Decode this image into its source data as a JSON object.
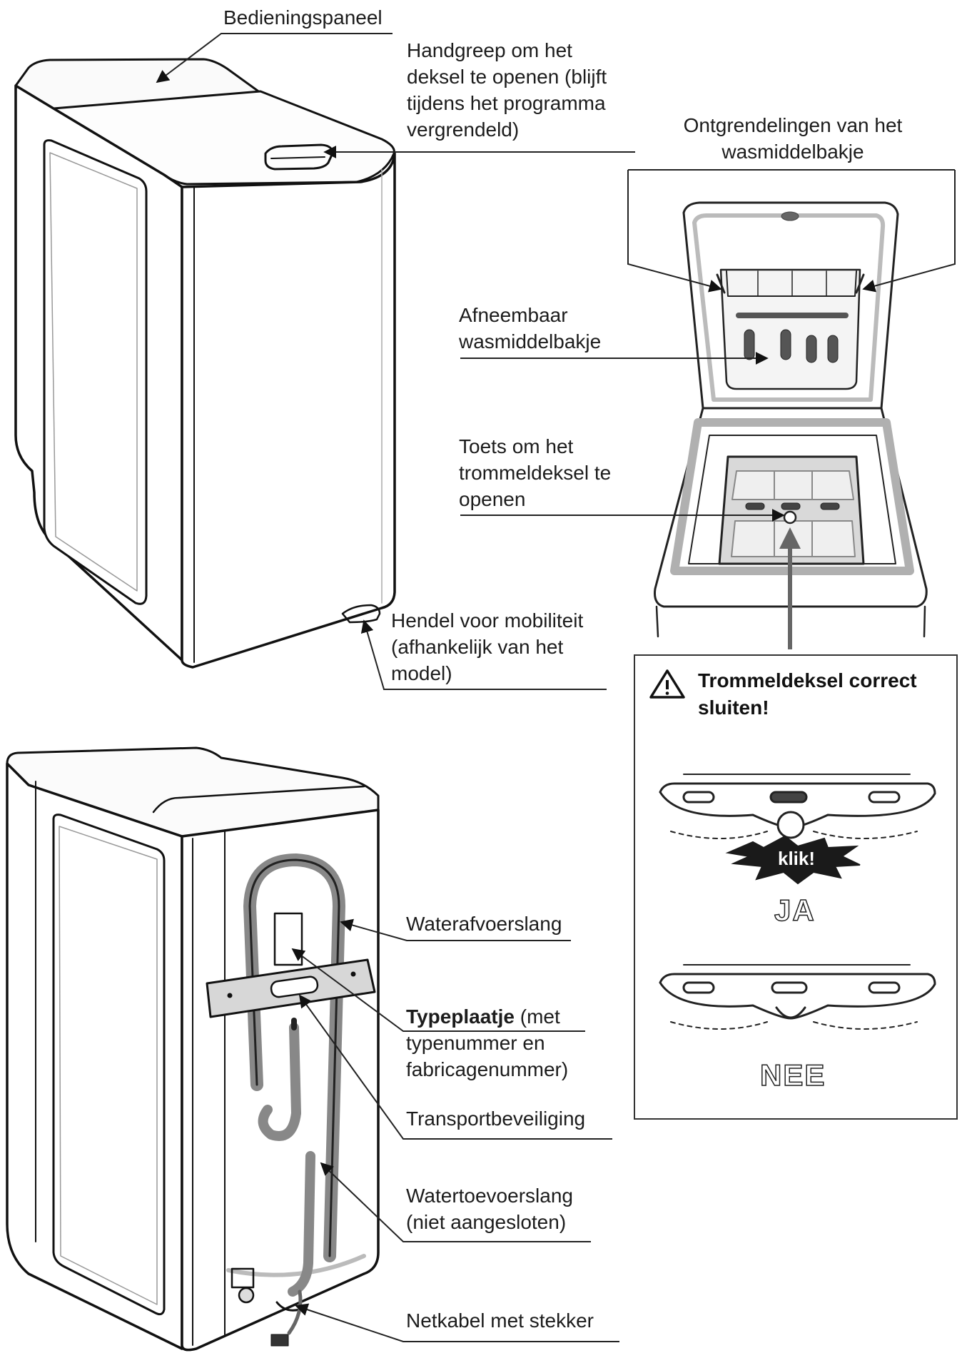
{
  "labels": {
    "control_panel": "Bedieningspaneel",
    "lid_handle": [
      "Handgreep om het",
      "deksel te openen (blijft",
      "tijdens het programma",
      "vergrendeld)"
    ],
    "dispenser_release": [
      "Ontgrendelingen van het",
      "wasmiddelbakje"
    ],
    "removable_dispenser": [
      "Afneembaar",
      "wasmiddelbakje"
    ],
    "drum_button": [
      "Toets om het",
      "trommeldeksel te",
      "openen"
    ],
    "mobility_lever": [
      "Hendel voor mobiliteit",
      "(afhankelijk van het",
      "model)"
    ],
    "drain_hose": "Waterafvoerslang",
    "rating_plate_bold": "Typeplaatje",
    "rating_plate_rest": " (met",
    "rating_plate_lines": [
      "typenummer en",
      "fabricagenummer)"
    ],
    "transit_bolt": "Transportbeveiliging",
    "inlet_hose": [
      "Watertoevoerslang",
      "(niet aangesloten)"
    ],
    "power_cable": "Netkabel met stekker"
  },
  "warning": {
    "title": [
      "Trommeldeksel correct",
      "sluiten!"
    ],
    "click": "klik!",
    "yes": "JA",
    "no": "NEE",
    "icon": "warning-triangle-icon"
  }
}
